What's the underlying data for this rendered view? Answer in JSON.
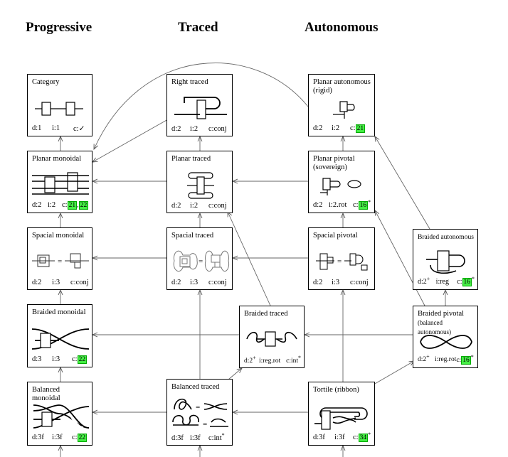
{
  "columns": {
    "progressive": "Progressive",
    "traced": "Traced",
    "autonomous": "Autonomous"
  },
  "boxes": {
    "category": {
      "name": "Category",
      "d": "d:1",
      "i": "i:1",
      "c": "c:✓"
    },
    "right_traced": {
      "name": "Right traced",
      "d": "d:2",
      "i": "i:2",
      "c": "c:conj"
    },
    "planar_autonomous": {
      "name": "Planar autonomous",
      "sub": "(rigid)",
      "d": "d:2",
      "i": "i:2",
      "c": "c:",
      "refs": [
        "21"
      ]
    },
    "planar_monoidal": {
      "name": "Planar monoidal",
      "d": "d:2",
      "i": "i:2",
      "c": "c:",
      "refs": [
        "21",
        "22"
      ]
    },
    "planar_traced": {
      "name": "Planar traced",
      "d": "d:2",
      "i": "i:2",
      "c": "c:conj"
    },
    "planar_pivotal": {
      "name": "Planar pivotal",
      "sub": "(sovereign)",
      "d": "d:2",
      "i": "i:2.rot",
      "c": "c:",
      "refs": [
        "16"
      ],
      "star": "*"
    },
    "spacial_monoidal": {
      "name": "Spacial monoidal",
      "d": "d:2",
      "i": "i:3",
      "c": "c:conj"
    },
    "spacial_traced": {
      "name": "Spacial traced",
      "d": "d:2",
      "i": "i:3",
      "c": "c:conj"
    },
    "spacial_pivotal": {
      "name": "Spacial pivotal",
      "d": "d:2",
      "i": "i:3",
      "c": "c:conj"
    },
    "braided_autonomous": {
      "name": "Braided autonomous",
      "d": "d:2",
      "dsup": "+",
      "i": "i:reg",
      "c": "c:",
      "refs": [
        "16"
      ],
      "star": "*"
    },
    "braided_monoidal": {
      "name": "Braided monoidal",
      "d": "d:3",
      "i": "i:3",
      "c": "c:",
      "refs": [
        "22"
      ]
    },
    "braided_traced": {
      "name": "Braided traced",
      "d": "d:2",
      "dsup": "+",
      "i": "i:reg.rot",
      "c": "c:int",
      "star": "*"
    },
    "braided_pivotal": {
      "name": "Braided pivotal",
      "sub": "(balanced autonomous)",
      "d": "d:2",
      "dsup": "+",
      "i": "i:reg.rot",
      "c": "c:",
      "refs": [
        "16"
      ],
      "star": "*"
    },
    "balanced_monoidal": {
      "name": "Balanced monoidal",
      "d": "d:3f",
      "i": "i:3f",
      "c": "c:",
      "refs": [
        "22"
      ]
    },
    "balanced_traced": {
      "name": "Balanced traced",
      "d": "d:3f",
      "i": "i:3f",
      "c": "c:int",
      "star": "*"
    },
    "tortile": {
      "name": "Tortile (ribbon)",
      "d": "d:3f",
      "i": "i:3f",
      "c": "c:",
      "refs": [
        "34"
      ],
      "star": "*"
    }
  },
  "colors": {
    "ref_fill": "#44ee44",
    "ref_border": "#00aa00",
    "line": "#555555"
  }
}
